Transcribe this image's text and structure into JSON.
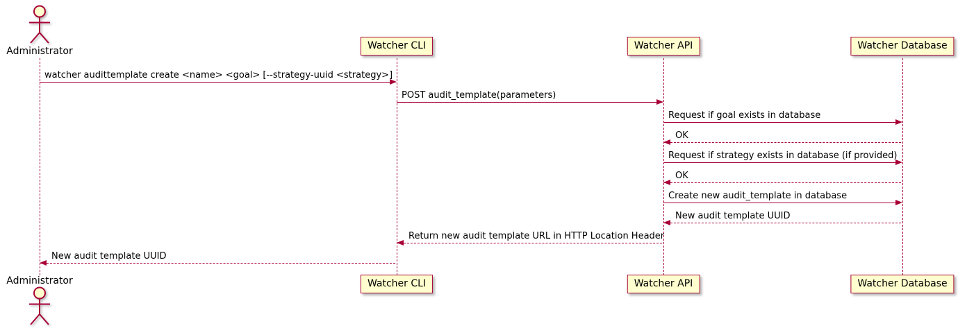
{
  "diagram": {
    "type": "uml-sequence",
    "colors": {
      "accent": "#A80036",
      "participant_fill": "#FEFECE",
      "text": "#000000",
      "background": "#FFFFFF"
    },
    "lanes": [
      {
        "id": "admin",
        "type": "actor",
        "label": "Administrator"
      },
      {
        "id": "cli",
        "type": "participant",
        "label": "Watcher CLI"
      },
      {
        "id": "api",
        "type": "participant",
        "label": "Watcher API"
      },
      {
        "id": "db",
        "type": "participant",
        "label": "Watcher Database"
      }
    ],
    "messages": [
      {
        "from": "admin",
        "to": "cli",
        "line": "solid",
        "text": "watcher audittemplate create <name> <goal> [--strategy-uuid <strategy>]"
      },
      {
        "from": "cli",
        "to": "api",
        "line": "solid",
        "text": "POST audit_template(parameters)"
      },
      {
        "from": "api",
        "to": "db",
        "line": "solid",
        "text": "Request if goal exists in database"
      },
      {
        "from": "db",
        "to": "api",
        "line": "dashed",
        "text": "OK"
      },
      {
        "from": "api",
        "to": "db",
        "line": "solid",
        "text": "Request if strategy exists in database (if provided)"
      },
      {
        "from": "db",
        "to": "api",
        "line": "dashed",
        "text": "OK"
      },
      {
        "from": "api",
        "to": "db",
        "line": "solid",
        "text": "Create new audit_template in database"
      },
      {
        "from": "db",
        "to": "api",
        "line": "dashed",
        "text": "New audit template UUID"
      },
      {
        "from": "api",
        "to": "cli",
        "line": "dashed",
        "text": "Return new audit template URL in HTTP Location Header"
      },
      {
        "from": "cli",
        "to": "admin",
        "line": "dashed",
        "text": "New audit template UUID"
      }
    ]
  }
}
